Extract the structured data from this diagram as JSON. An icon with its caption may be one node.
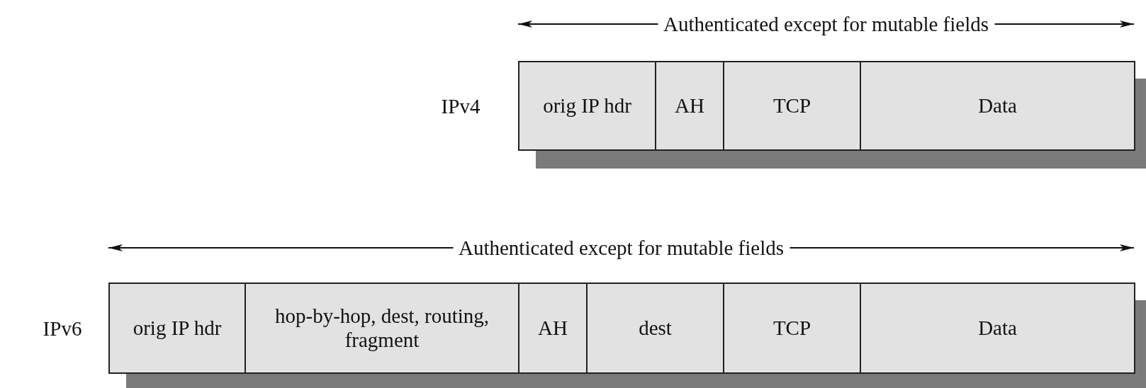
{
  "diagram": {
    "nodes": [
      {
        "text": [
          "orig IP hdr"
        ]
      },
      {
        "text": [
          "AH"
        ]
      },
      {
        "text": [
          "TCP"
        ]
      },
      {
        "text": [
          "Data"
        ]
      },
      {
        "text": [
          "orig IP hdr"
        ]
      },
      {
        "text": [
          "hop-by-hop, dest, routing, fragment"
        ]
      },
      {
        "text": [
          "AH"
        ]
      },
      {
        "text": [
          "dest"
        ]
      },
      {
        "text": [
          "TCP"
        ]
      },
      {
        "text": [
          "Data"
        ]
      }
    ],
    "labels": [
      "Authenticated except for mutable fields",
      "IPv4",
      "Authenticated except for mutable fields",
      "IPv6"
    ]
  }
}
